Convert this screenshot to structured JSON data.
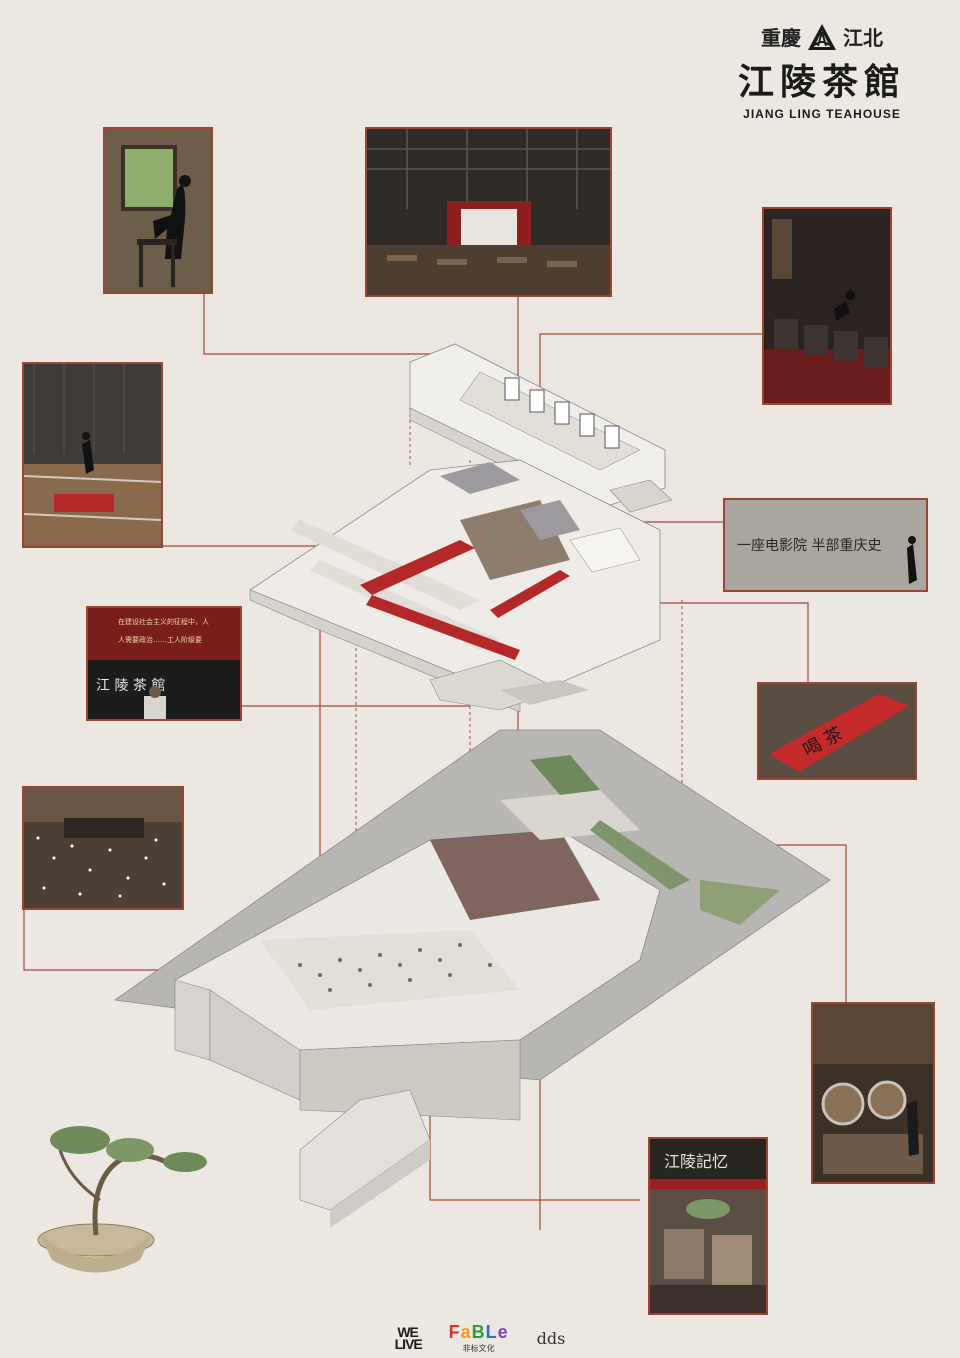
{
  "brand": {
    "location_left": "重慶",
    "location_right": "江北",
    "name_cn": "江陵茶館",
    "name_en": "JIANG LING TEAHOUSE"
  },
  "photos": {
    "window_sitter": {},
    "theater_hall": {},
    "cinema_seats": {},
    "stair_railing": {},
    "calligraphy_wall": {
      "text": "一座电影院 半部重庆史"
    },
    "blackboard": {
      "slogan_top": "在建设社会主义的征程中，人",
      "slogan_mid": "人需要政治……工人阶级要",
      "chalk_text": "江 陵 茶 館"
    },
    "red_banner": {
      "text": "喝 茶"
    },
    "lights_hall": {},
    "barrel_stall": {},
    "memory_stall": {
      "sign": "江陵記忆"
    }
  },
  "footer": {
    "welive": "WE LIVE",
    "fable_word": "FaBLe",
    "fable_cn": "非标文化",
    "dds": "dds"
  },
  "colors": {
    "background": "#ece8e1",
    "frame": "#9a4433",
    "leader": "#a04a39",
    "carpet": "#b5282a"
  }
}
